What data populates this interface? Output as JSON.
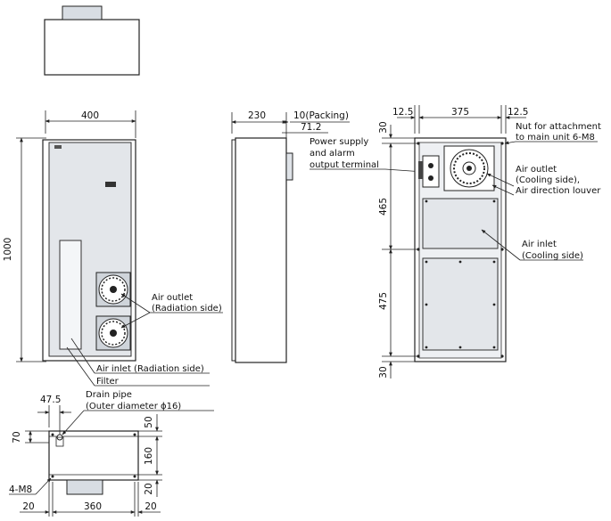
{
  "dimensions": {
    "front_width": "400",
    "front_height": "1000",
    "side_depth": "230",
    "side_packing": "10(Packing)",
    "side_offset": "71.2",
    "rear_left_margin": "12.5",
    "rear_width": "375",
    "rear_right_margin": "12.5",
    "rear_top": "30",
    "rear_upper": "465",
    "rear_lower": "475",
    "rear_bottom": "30",
    "bottom_drain_offset": "47.5",
    "bottom_left_height": "70",
    "bottom_right_top": "50",
    "bottom_right_mid": "160",
    "bottom_right_bottom": "20",
    "bottom_left_margin": "20",
    "bottom_width": "360",
    "bottom_right_margin": "20",
    "bottom_holes": "4-M8"
  },
  "labels": {
    "front_air_outlet_line1": "Air outlet",
    "front_air_outlet_line2": "(Radiation side)",
    "front_air_inlet": "Air inlet (Radiation side)",
    "filter": "Filter",
    "power_line1": "Power supply",
    "power_line2": "and alarm",
    "power_line3": "output terminal",
    "nut_line1": "Nut for attachment",
    "nut_line2": "to main unit 6-M8",
    "rear_outlet_line1": "Air outlet",
    "rear_outlet_line2": "(Cooling side),",
    "rear_outlet_line3": "Air direction louver",
    "rear_inlet_line1": "Air inlet",
    "rear_inlet_line2": "(Cooling side)",
    "drain_line1": "Drain pipe",
    "drain_line2": "(Outer diameter ϕ16)"
  }
}
